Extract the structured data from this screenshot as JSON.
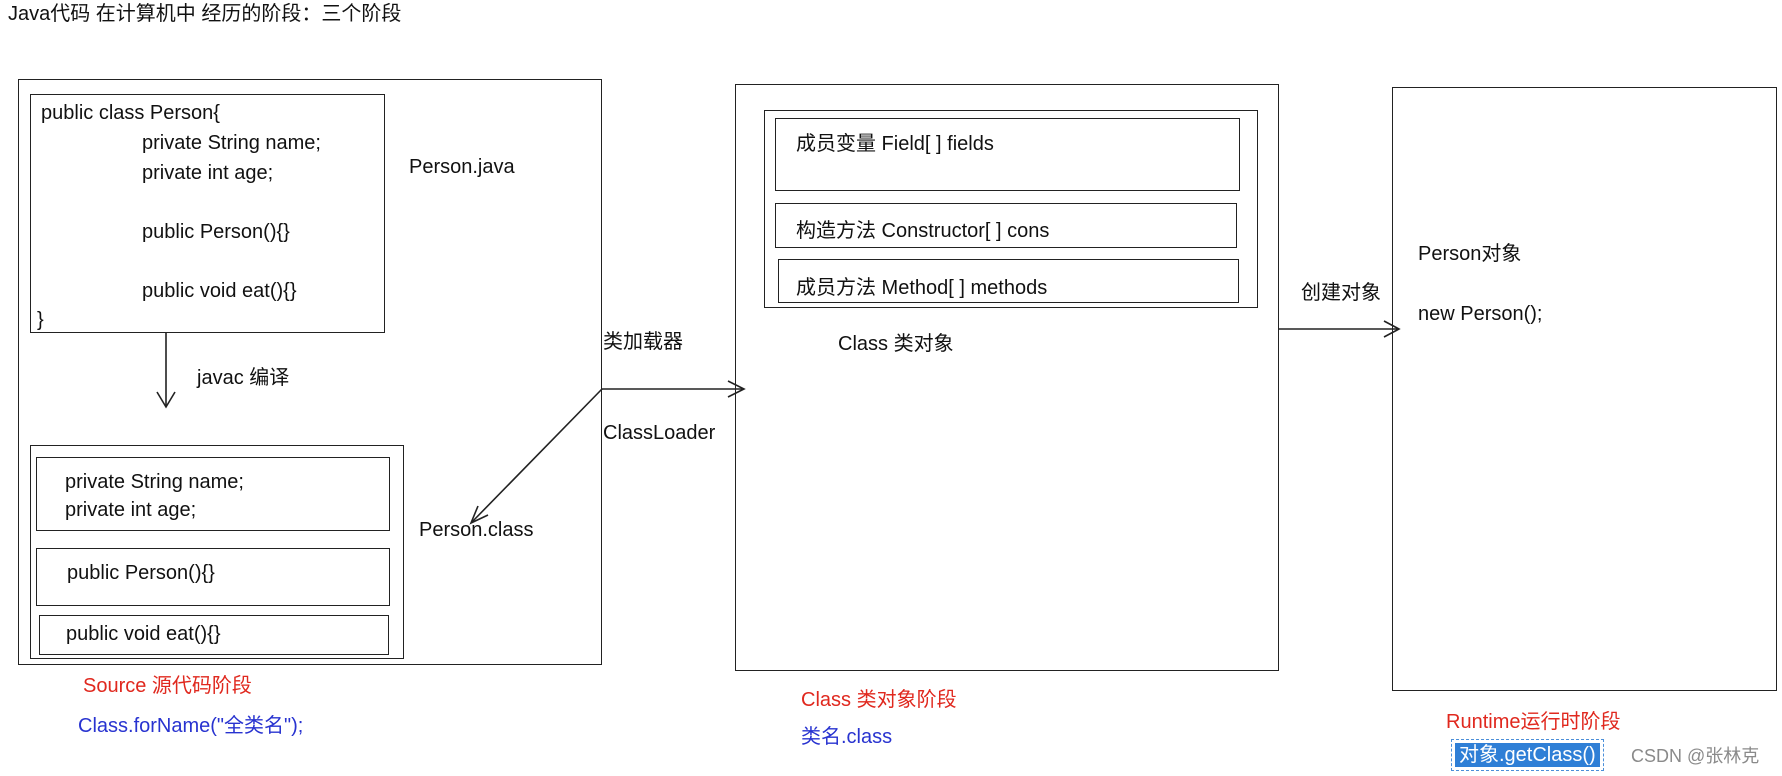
{
  "title": "Java代码 在计算机中 经历的阶段：三个阶段",
  "source_stage": {
    "code_lines": [
      "public class Person{",
      "private String name;",
      "private int age;",
      "public Person(){}",
      "public void eat(){}",
      "}"
    ],
    "file_label": "Person.java",
    "compile_label": "javac 编译",
    "class_file_label": "Person.class",
    "class_file_fields": [
      "private String name;",
      "private int age;"
    ],
    "class_file_ctor": "public Person(){}",
    "class_file_method": "public void eat(){}",
    "stage_name": "Source 源代码阶段",
    "stage_api": "Class.forName(\"全类名\");"
  },
  "loader": {
    "label_cn": "类加载器",
    "label_en": "ClassLoader"
  },
  "class_stage": {
    "fields": "成员变量  Field[ ] fields",
    "constructors": "构造方法  Constructor[ ] cons",
    "methods": "成员方法 Method[ ] methods",
    "object_label": "Class 类对象",
    "stage_name": "Class 类对象阶段",
    "stage_api": "类名.class"
  },
  "create_label": "创建对象",
  "runtime_stage": {
    "object_label": "Person对象",
    "new_expr": "new Person();",
    "stage_name": "Runtime运行时阶段",
    "stage_api": "对象.getClass()"
  },
  "watermark": "CSDN @张林克",
  "colors": {
    "red": "#e0281e",
    "blue": "#2833d0",
    "highlight": "#2f7fd6"
  }
}
